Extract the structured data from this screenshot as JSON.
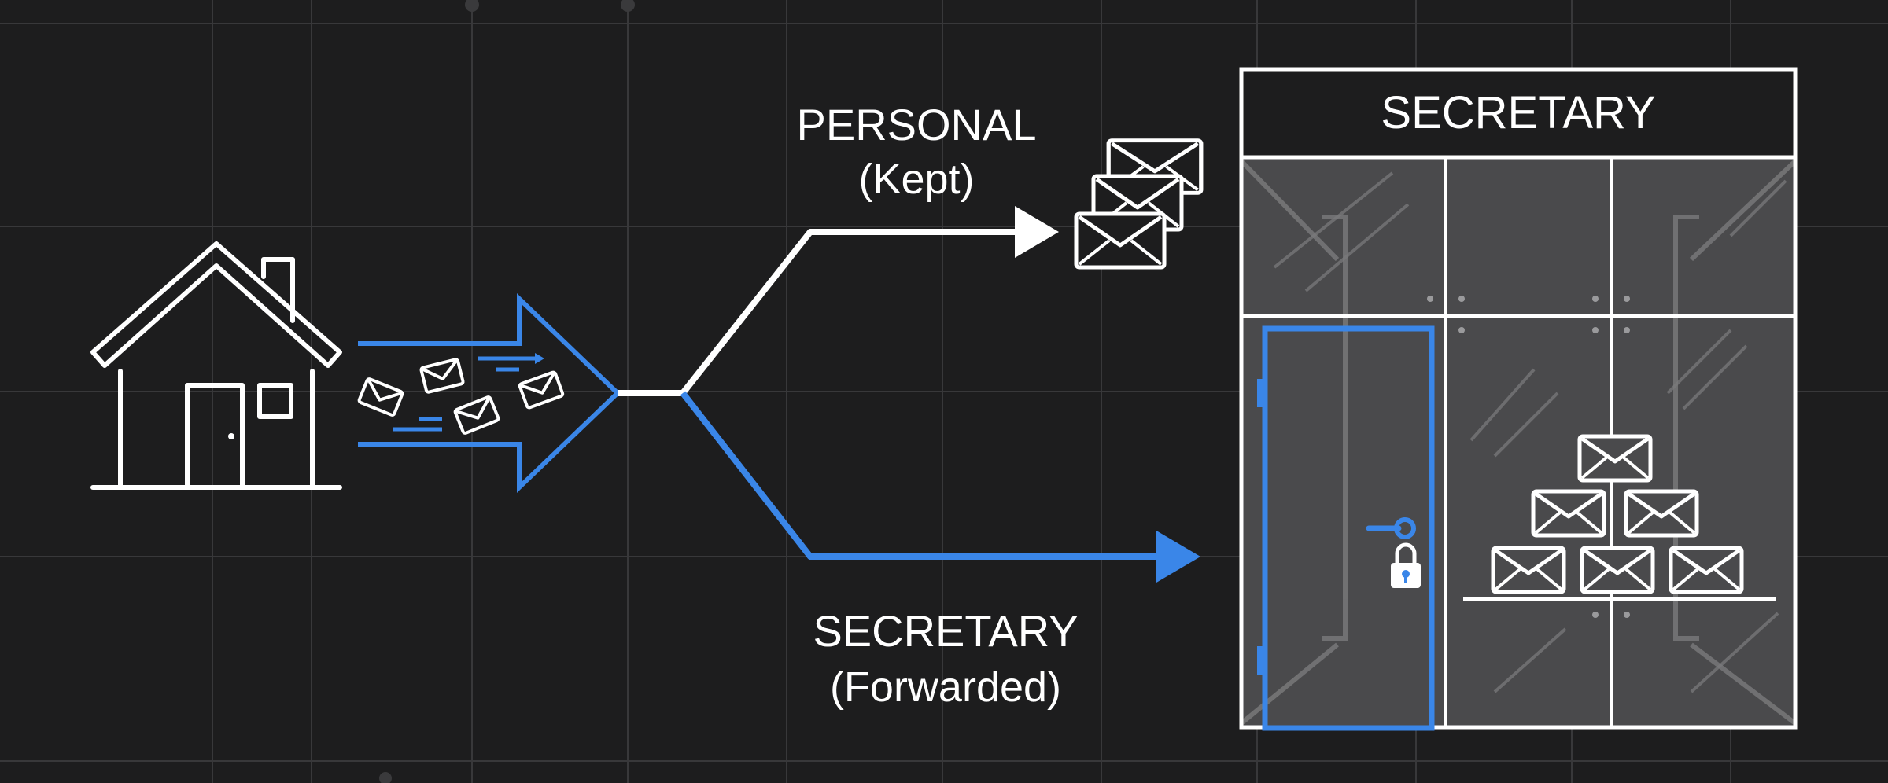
{
  "colors": {
    "background": "#1d1d1e",
    "grid": "#3a3a3c",
    "line": "#ffffff",
    "accent": "#3a86e8",
    "panel": "#4a4a4c"
  },
  "labels": {
    "personal_title": "PERSONAL",
    "personal_sub": "(Kept)",
    "secretary_route_title": "SECRETARY",
    "secretary_route_sub": "(Forwarded)",
    "cabinet_title": "SECRETARY"
  },
  "icons": {
    "house": "house-icon",
    "envelope": "envelope-icon",
    "padlock": "padlock-icon",
    "door_handle": "door-handle-icon",
    "arrow": "arrow-head-icon"
  }
}
